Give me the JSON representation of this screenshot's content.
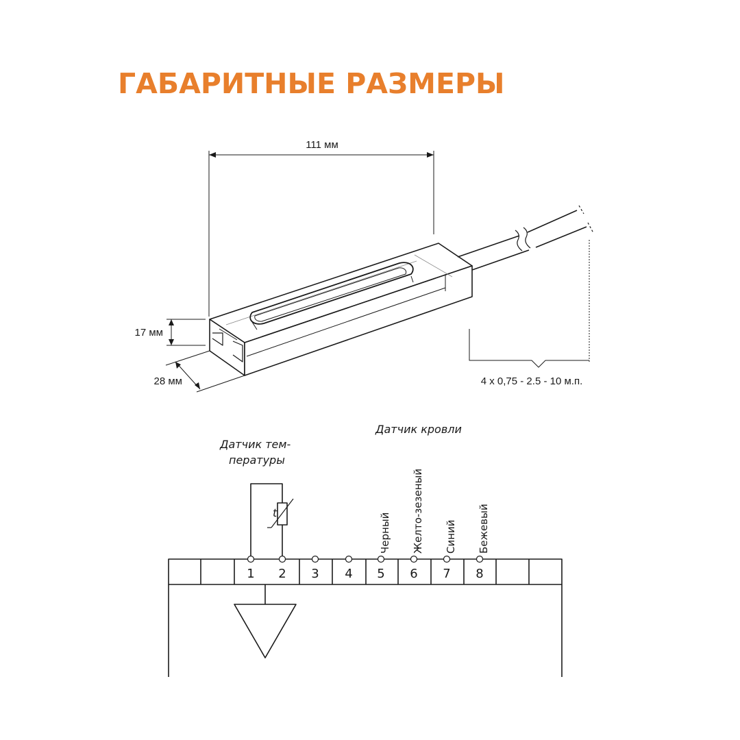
{
  "title": "ГАБАРИТНЫЕ РАЗМЕРЫ",
  "accent_color": "#e87f2c",
  "dimensions": {
    "length": "111 мм",
    "height": "17 мм",
    "width": "28 мм",
    "cable": "4 х 0,75 - 2.5 - 10 м.п."
  },
  "wiring": {
    "temp_sensor_label_line1": "Датчик тем-",
    "temp_sensor_label_line2": "пературы",
    "roof_sensor_label": "Датчик кровли",
    "thermistor_symbol": "t",
    "terminals": [
      {
        "number": "1"
      },
      {
        "number": "2"
      },
      {
        "number": "3"
      },
      {
        "number": "4"
      },
      {
        "number": "5",
        "wire": "Черный"
      },
      {
        "number": "6",
        "wire": "Желто-зезеный"
      },
      {
        "number": "7",
        "wire": "Синий"
      },
      {
        "number": "8",
        "wire": "Бежевый"
      }
    ]
  }
}
